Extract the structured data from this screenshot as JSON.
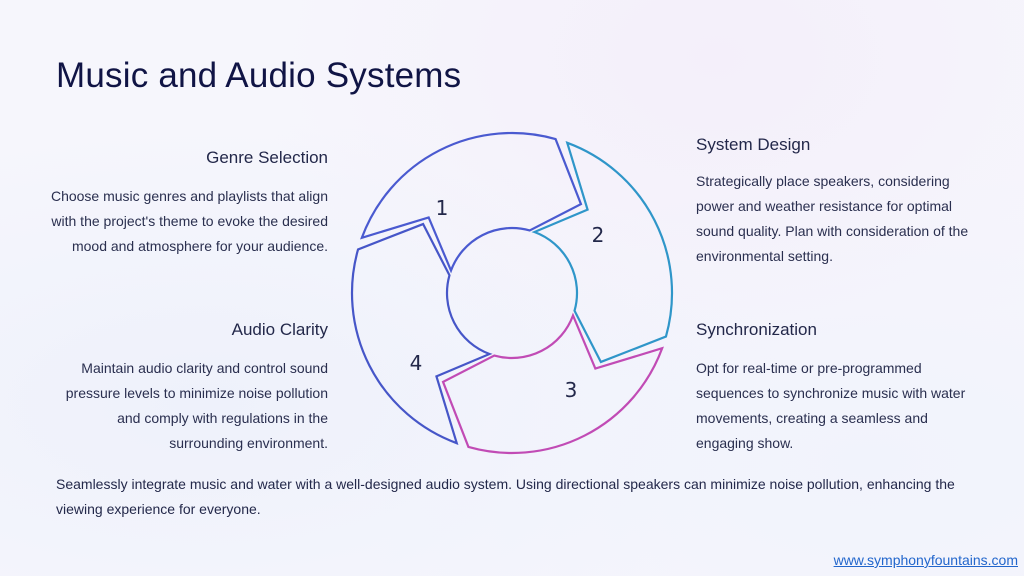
{
  "title": "Music and Audio Systems",
  "steps": [
    {
      "number": "1",
      "heading": "Genre Selection",
      "body": "Choose music genres and playlists that align with the project's theme to evoke the desired mood and atmosphere for your audience.",
      "color": "#4a5ad0"
    },
    {
      "number": "2",
      "heading": "System Design",
      "body": "Strategically place speakers, considering power and weather resistance for optimal sound quality. Plan with consideration of the environmental setting.",
      "color": "#2f96c9"
    },
    {
      "number": "3",
      "heading": "Synchronization",
      "body": "Opt for real-time or pre-programmed sequences to synchronize music with water movements, creating a seamless and engaging show.",
      "color": "#c14bb5"
    },
    {
      "number": "4",
      "heading": "Audio Clarity",
      "body": "Maintain audio clarity and control sound pressure levels to minimize noise pollution and comply with regulations in the surrounding environment.",
      "color": "#4656c8"
    }
  ],
  "summary": "Seamlessly integrate music and water with a well-designed audio system. Using directional speakers can minimize noise pollution, enhancing the viewing experience for everyone.",
  "website": "www.symphonyfountains.com"
}
